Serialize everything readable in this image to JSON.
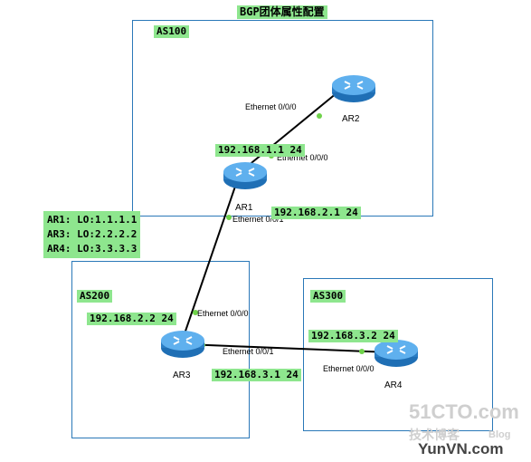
{
  "title": "BGP团体属性配置",
  "as_boxes": [
    {
      "label": "AS100"
    },
    {
      "label": "AS200"
    },
    {
      "label": "AS300"
    }
  ],
  "routers": [
    {
      "name": "AR1"
    },
    {
      "name": "AR2"
    },
    {
      "name": "AR3"
    },
    {
      "name": "AR4"
    }
  ],
  "interfaces": {
    "ar2_e0": "Ethernet 0/0/0",
    "ar1_e0": "Ethernet 0/0/0",
    "ar1_e1": "Ethernet 0/0/1",
    "ar3_e0": "Ethernet 0/0/0",
    "ar3_e1": "Ethernet 0/0/1",
    "ar4_e0": "Ethernet 0/0/0"
  },
  "ip_labels": {
    "ar1_ar2": "192.168.1.1 24",
    "ar1_ar3": "192.168.2.1 24",
    "ar3_ar1": "192.168.2.2 24",
    "ar4_ar3": "192.168.3.2 24",
    "ar3_ar4": "192.168.3.1 24"
  },
  "loopbacks": [
    "AR1:  LO:1.1.1.1",
    "AR3:  LO:2.2.2.2",
    "AR4:  LO:3.3.3.3"
  ],
  "watermark": {
    "line1": "51CTO.com",
    "line2": "技术博客",
    "line3": "Blog",
    "line4": "YunVN.com"
  },
  "colors": {
    "label_green": "#8ee68e",
    "box_border": "#2a78b8",
    "router_blue": "#3a8fd8",
    "port_dot": "#6fd24a"
  }
}
